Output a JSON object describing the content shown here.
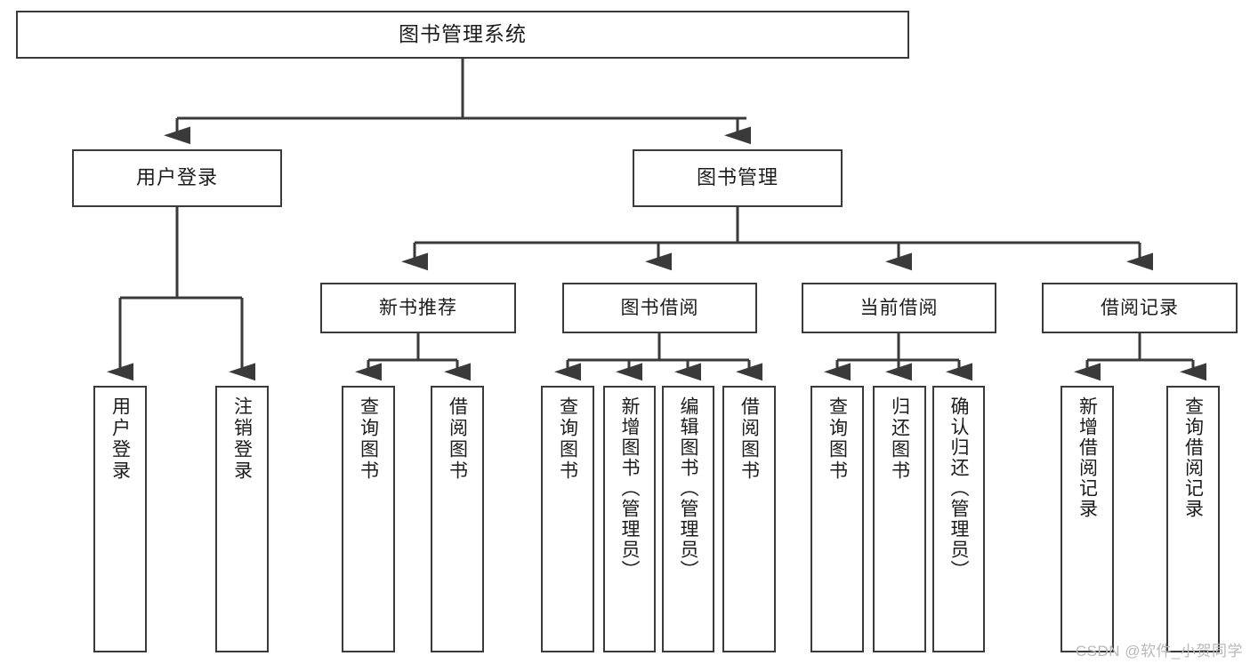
{
  "diagram": {
    "title": "图书管理系统",
    "type": "hierarchy-tree",
    "watermark": "CSDN @软件_小贺同学",
    "colors": {
      "background": "#ffffff",
      "box_border": "#3a3a3a",
      "box_fill": "#ffffff",
      "edge": "#3a3a3a",
      "text": "#1c1c1c",
      "watermark": "#b9b9b9"
    },
    "root": {
      "label": "图书管理系统"
    },
    "level1": [
      {
        "label": "用户登录"
      },
      {
        "label": "图书管理"
      }
    ],
    "level2": [
      {
        "label": "新书推荐"
      },
      {
        "label": "图书借阅"
      },
      {
        "label": "当前借阅"
      },
      {
        "label": "借阅记录"
      }
    ],
    "leaves": {
      "user_login": [
        {
          "label": "用户登录"
        },
        {
          "label": "注销登录"
        }
      ],
      "new_book_recommend": [
        {
          "label": "查询图书"
        },
        {
          "label": "借阅图书"
        }
      ],
      "book_borrow": [
        {
          "label": "查询图书"
        },
        {
          "label": "新增图书（管理员）"
        },
        {
          "label": "编辑图书（管理员）"
        },
        {
          "label": "借阅图书"
        }
      ],
      "current_borrow": [
        {
          "label": "查询图书"
        },
        {
          "label": "归还图书"
        },
        {
          "label": "确认归还（管理员）"
        }
      ],
      "borrow_record": [
        {
          "label": "新增借阅记录"
        },
        {
          "label": "查询借阅记录"
        }
      ]
    }
  }
}
